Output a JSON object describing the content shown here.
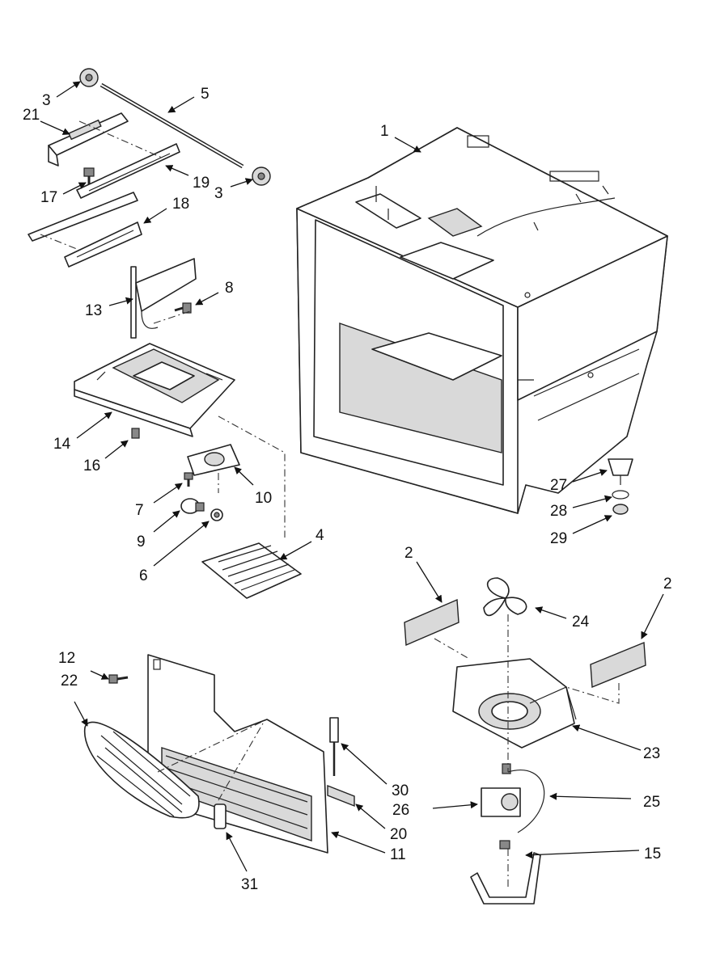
{
  "callouts": [
    {
      "id": "c1",
      "label": "1"
    },
    {
      "id": "c2a",
      "label": "2"
    },
    {
      "id": "c2b",
      "label": "2"
    },
    {
      "id": "c3a",
      "label": "3"
    },
    {
      "id": "c3b",
      "label": "3"
    },
    {
      "id": "c4",
      "label": "4"
    },
    {
      "id": "c5",
      "label": "5"
    },
    {
      "id": "c6",
      "label": "6"
    },
    {
      "id": "c7",
      "label": "7"
    },
    {
      "id": "c8",
      "label": "8"
    },
    {
      "id": "c9",
      "label": "9"
    },
    {
      "id": "c10",
      "label": "10"
    },
    {
      "id": "c11",
      "label": "11"
    },
    {
      "id": "c12",
      "label": "12"
    },
    {
      "id": "c13",
      "label": "13"
    },
    {
      "id": "c14",
      "label": "14"
    },
    {
      "id": "c15",
      "label": "15"
    },
    {
      "id": "c16",
      "label": "16"
    },
    {
      "id": "c17",
      "label": "17"
    },
    {
      "id": "c18",
      "label": "18"
    },
    {
      "id": "c19",
      "label": "19"
    },
    {
      "id": "c20",
      "label": "20"
    },
    {
      "id": "c21",
      "label": "21"
    },
    {
      "id": "c22",
      "label": "22"
    },
    {
      "id": "c23",
      "label": "23"
    },
    {
      "id": "c24",
      "label": "24"
    },
    {
      "id": "c25",
      "label": "25"
    },
    {
      "id": "c26",
      "label": "26"
    },
    {
      "id": "c27",
      "label": "27"
    },
    {
      "id": "c28",
      "label": "28"
    },
    {
      "id": "c29",
      "label": "29"
    },
    {
      "id": "c30",
      "label": "30"
    },
    {
      "id": "c31",
      "label": "31"
    }
  ]
}
